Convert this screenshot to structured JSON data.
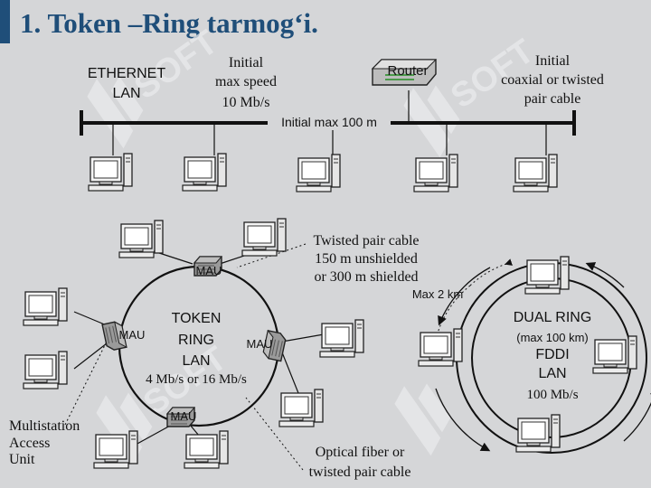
{
  "slide": {
    "title": "1.   Token –Ring tarmog‘i."
  },
  "colors": {
    "accent": "#1f4e79",
    "background": "#d5d6d8",
    "watermark": "#e9eaec"
  },
  "watermark": {
    "brand": "SOFT"
  },
  "ethernet": {
    "lan_label_1": "ETHERNET",
    "lan_label_2": "LAN",
    "speed_1": "Initial",
    "speed_2": "max speed",
    "speed_3": "10 Mb/s",
    "router": "Router",
    "cable_1": "Initial",
    "cable_2": "coaxial or twisted",
    "cable_3": "pair cable",
    "length": "Initial max 100 m"
  },
  "token_ring": {
    "label_1": "TOKEN",
    "label_2": "RING",
    "label_3": "LAN",
    "speed": "4 Mb/s or 16 Mb/s",
    "mau": "MAU",
    "twisted_1": "Twisted pair cable",
    "twisted_2": "150 m unshielded",
    "twisted_3": "or 300 m shielded",
    "optical_1": "Optical fiber or",
    "optical_2": "twisted pair cable",
    "msau_1": "Multistation",
    "msau_2": "Access",
    "msau_3": "Unit"
  },
  "fddi": {
    "max_distance": "Max 2 km",
    "dual_ring": "DUAL RING",
    "max_length": "(max 100 km)",
    "name": "FDDI",
    "lan": "LAN",
    "speed": "100 Mb/s"
  }
}
